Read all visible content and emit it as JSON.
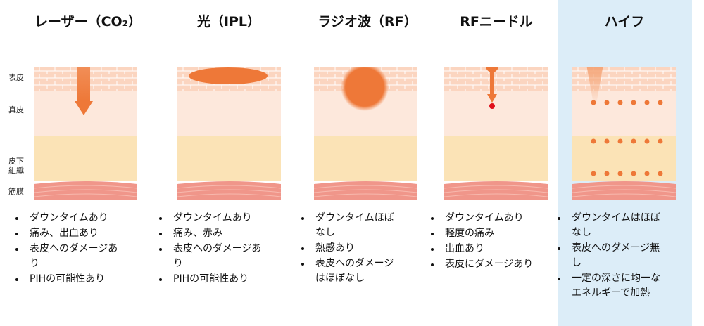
{
  "layers": {
    "epidermis": "表皮",
    "dermis": "真皮",
    "subcutis_line1": "皮下",
    "subcutis_line2": "組織",
    "fascia": "筋膜"
  },
  "columns": [
    {
      "title": "レーザー（CO₂）",
      "bullets": [
        "ダウンタイムあり",
        "痛み、出血あり",
        "表皮へのダメージあり",
        "PIHの可能性あり"
      ]
    },
    {
      "title": "光（IPL）",
      "bullets": [
        "ダウンタイムあり",
        "痛み、赤み",
        "表皮へのダメージあり",
        "PIHの可能性あり"
      ]
    },
    {
      "title": "ラジオ波（RF）",
      "bullets": [
        "ダウンタイムほぼなし",
        "熱感あり",
        "表皮へのダメージはほぼなし"
      ]
    },
    {
      "title": "RFニードル",
      "bullets": [
        "ダウンタイムあり",
        "軽度の痛み",
        "出血あり",
        "表皮にダメージあり"
      ]
    },
    {
      "title": "ハイフ",
      "bullets": [
        "ダウンタイムはほぼなし",
        "表皮へのダメージ無し",
        "一定の深さに均一なエネルギーで加熱"
      ]
    }
  ],
  "colors": {
    "accent": "#f07a3a",
    "highlight": "#dcedf8",
    "epidermis": "#fbd5c0",
    "dermis": "#fde8dc",
    "subcutis": "#fbe3b6",
    "fascia": "#f0968a"
  }
}
